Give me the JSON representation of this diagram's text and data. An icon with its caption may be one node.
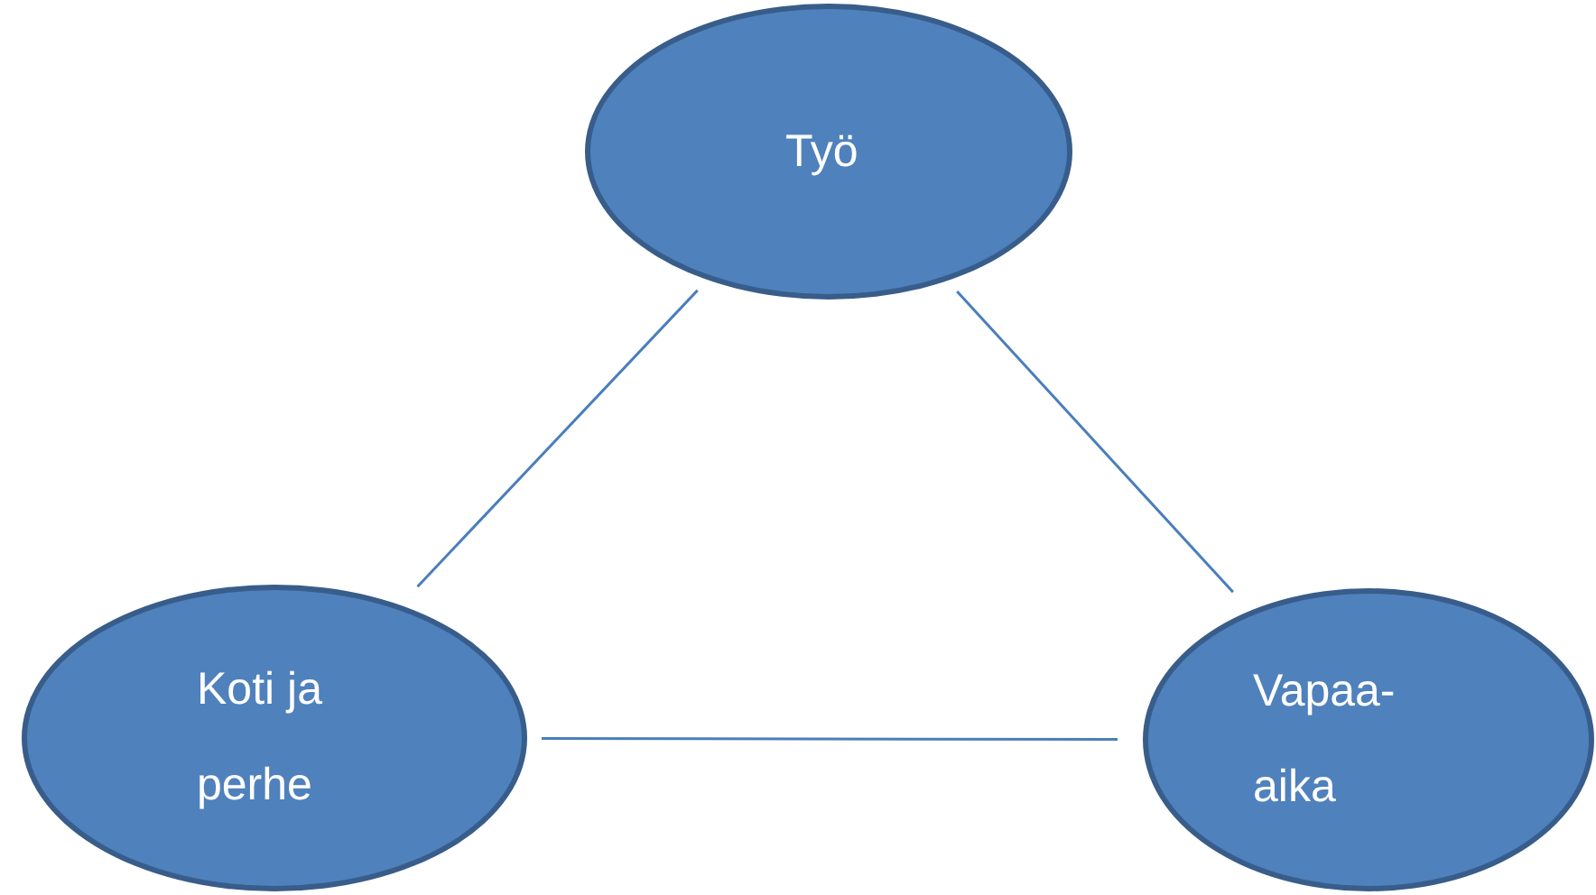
{
  "diagram": {
    "nodes": [
      {
        "text": [
          "Työ"
        ]
      },
      {
        "text": [
          "Koti ja perhe"
        ]
      },
      {
        "text": [
          "Vapaa- aika"
        ]
      }
    ],
    "edges": [
      {
        "from": 0,
        "to": 1,
        "arrow": "none"
      },
      {
        "from": 0,
        "to": 2,
        "arrow": "none"
      },
      {
        "from": 1,
        "to": 2,
        "arrow": "none"
      }
    ]
  }
}
